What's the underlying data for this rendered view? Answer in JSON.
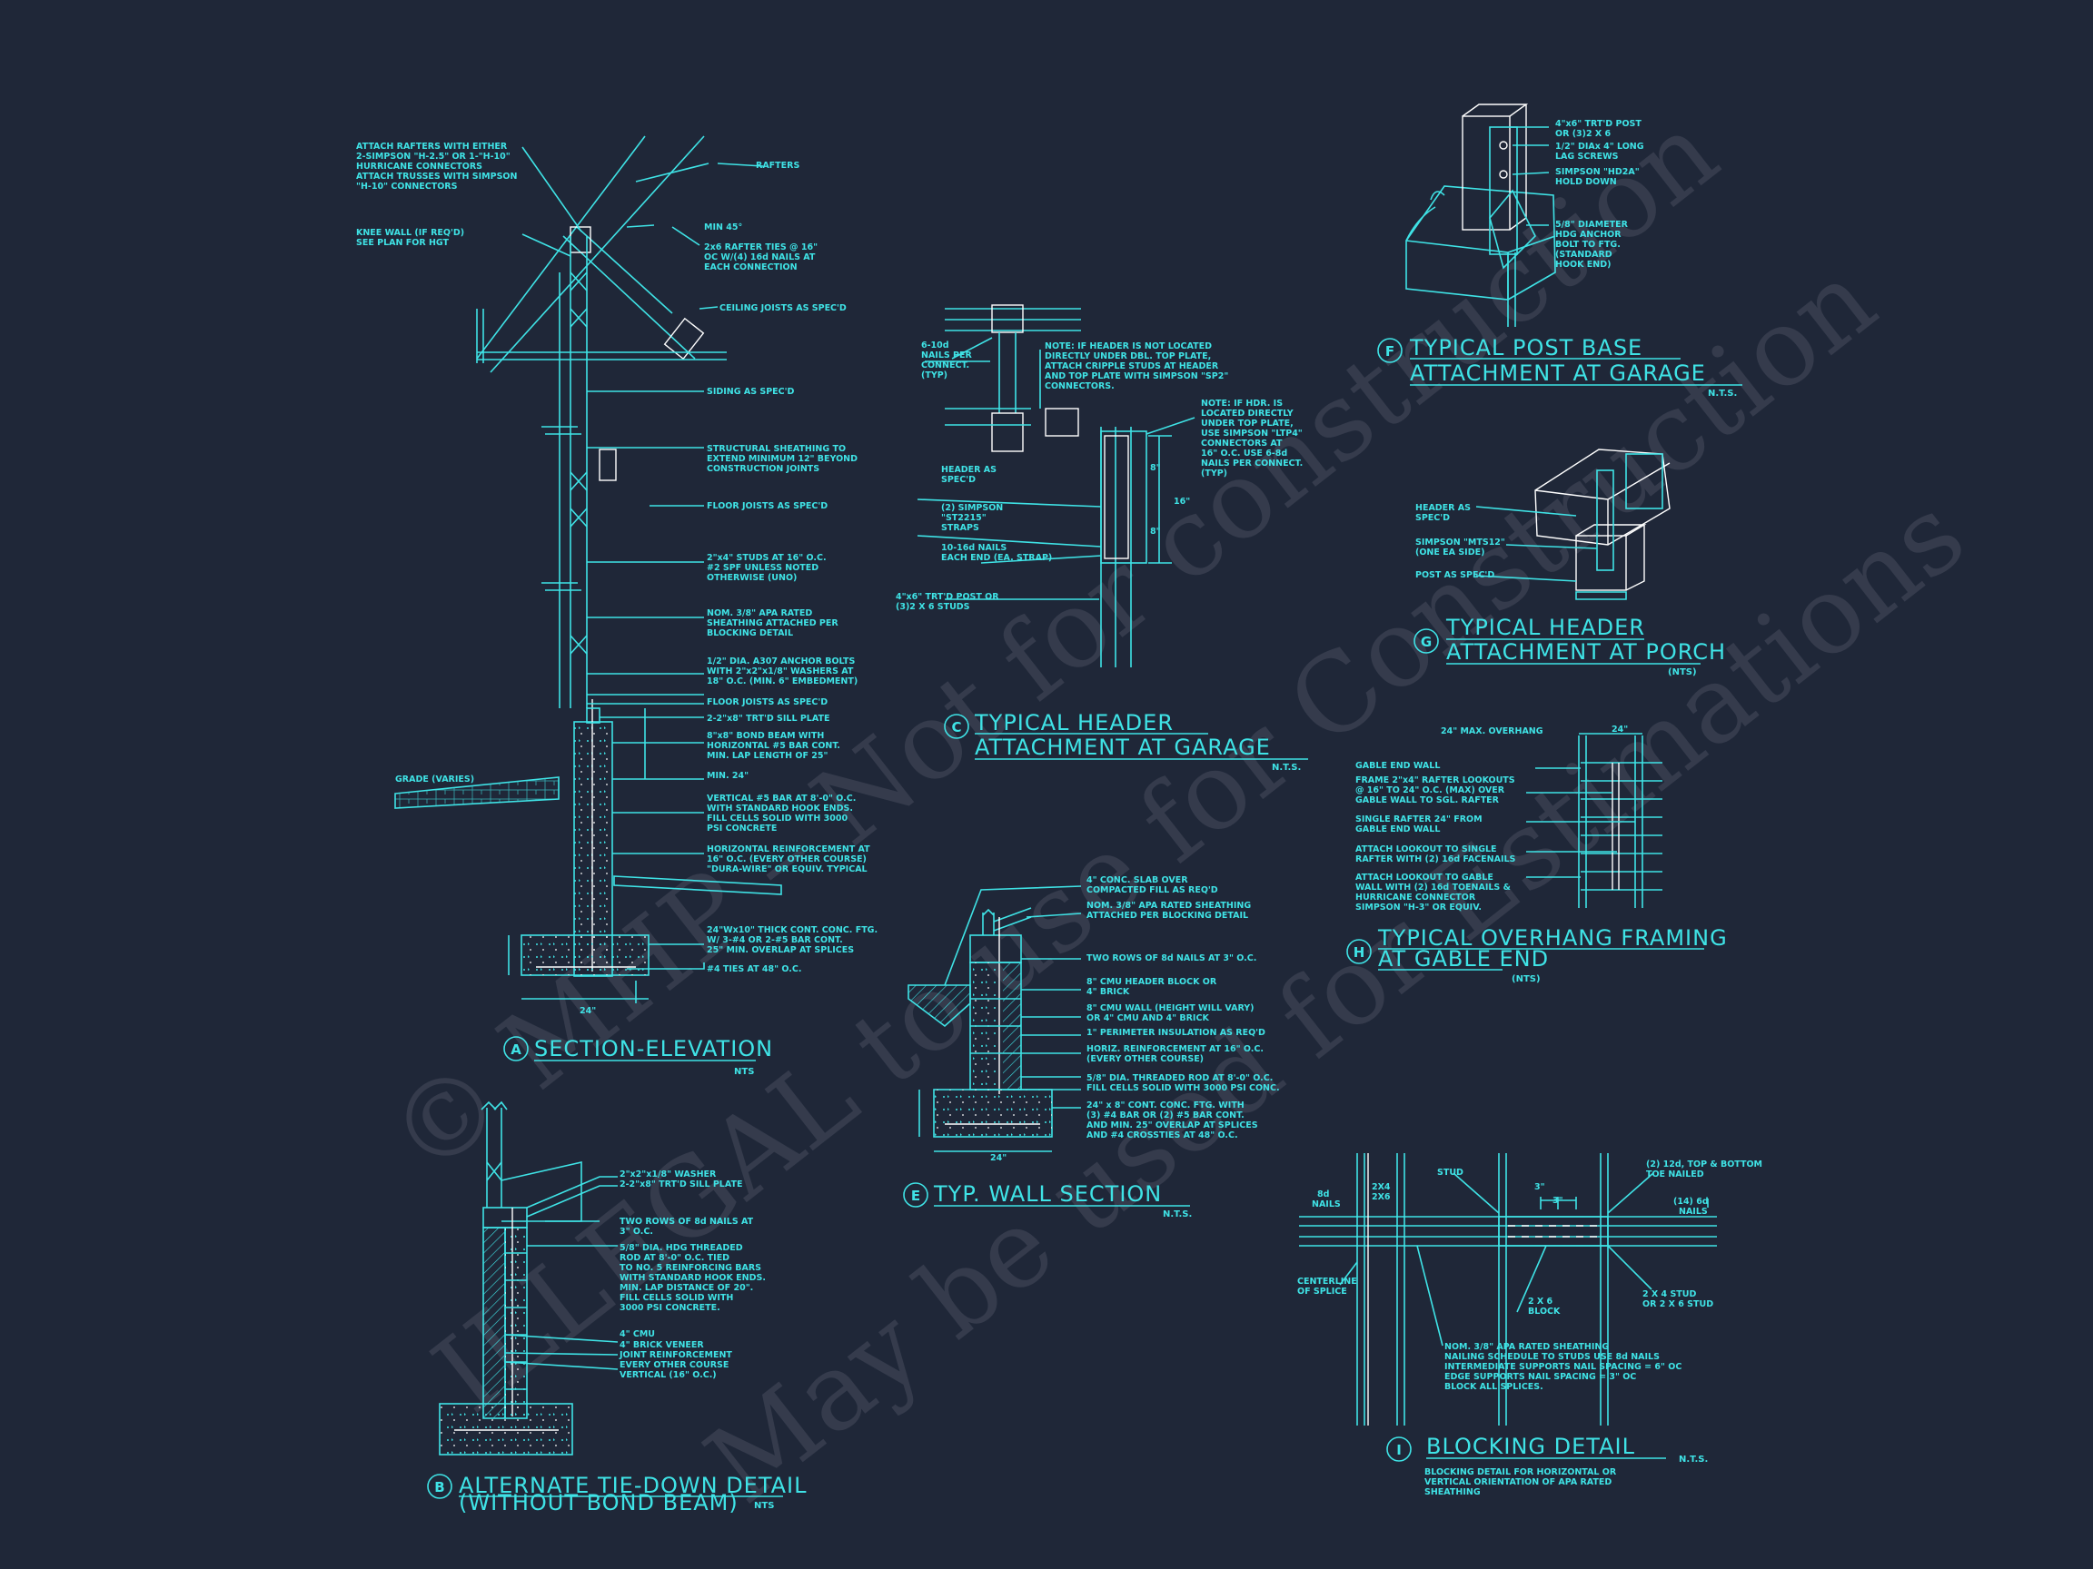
{
  "watermark": {
    "line1": "© MHP – Not for construction",
    "line2": "ILLEGAL to use for Construction",
    "line3": "May be used for Estimations"
  },
  "details": {
    "A": {
      "letter": "A",
      "title": "SECTION-ELEVATION",
      "scale": "NTS",
      "notes": [
        "ATTACH RAFTERS WITH EITHER",
        "2-SIMPSON \"H-2.5\" OR 1-\"H-10\"",
        "HURRICANE CONNECTORS",
        "ATTACH TRUSSES WITH SIMPSON",
        "\"H-10\" CONNECTORS",
        "KNEE WALL (IF REQ'D)",
        "SEE PLAN FOR HGT",
        "RAFTERS",
        "MIN 45°",
        "2x6 RAFTER TIES @ 16\"",
        "OC W/(4) 16d NAILS AT",
        "EACH CONNECTION",
        "CEILING JOISTS AS SPEC'D",
        "SIDING AS SPEC'D",
        "STRUCTURAL SHEATHING TO",
        "EXTEND MINIMUM 12\" BEYOND",
        "CONSTRUCTION JOINTS",
        "FLOOR JOISTS AS SPEC'D",
        "2\"x4\" STUDS AT 16\" O.C.",
        "#2 SPF UNLESS NOTED",
        "OTHERWISE (UNO)",
        "NOM. 3/8\" APA RATED",
        "SHEATHING ATTACHED PER",
        "BLOCKING DETAIL",
        "1/2\" DIA. A307 ANCHOR BOLTS",
        "WITH 2\"x2\"x1/8\" WASHERS AT",
        "18\" O.C. (MIN. 6\" EMBEDMENT)",
        "FLOOR JOISTS AS SPEC'D",
        "2-2\"x8\" TRT'D SILL PLATE",
        "8\"x8\" BOND BEAM WITH",
        "HORIZONTAL #5 BAR CONT.",
        "MIN. LAP LENGTH OF 25\"",
        "MIN. 24\"",
        "VERTICAL #5 BAR AT 8'-0\" O.C.",
        "WITH STANDARD HOOK ENDS.",
        "FILL CELLS SOLID WITH 3000",
        "PSI CONCRETE",
        "HORIZONTAL REINFORCEMENT AT",
        "16\" O.C. (EVERY OTHER COURSE)",
        "\"DURA-WIRE\" OR EQUIV. TYPICAL",
        "24\"Wx10\" THICK CONT. CONC. FTG.",
        "W/ 3-#4 OR 2-#5 BAR CONT.",
        "25\" MIN. OVERLAP AT SPLICES",
        "#4 TIES AT 48\" O.C.",
        "GRADE (VARIES)",
        "24\""
      ]
    },
    "B": {
      "letter": "B",
      "title": "ALTERNATE TIE-DOWN DETAIL",
      "subtitle": "(WITHOUT BOND BEAM)",
      "scale": "NTS",
      "notes": [
        "2\"x2\"x1/8\" WASHER",
        "2-2\"x8\" TRT'D SILL PLATE",
        "TWO ROWS OF 8d NAILS AT",
        "3\" O.C.",
        "5/8\" DIA. HDG THREADED",
        "ROD AT 8'-0\" O.C. TIED",
        "TO NO. 5 REINFORCING BARS",
        "WITH STANDARD HOOK ENDS.",
        "MIN. LAP DISTANCE OF 20\".",
        "FILL CELLS SOLID WITH",
        "3000 PSI CONCRETE.",
        "4\" CMU",
        "4\" BRICK VENEER",
        "JOINT REINFORCEMENT",
        "EVERY OTHER COURSE",
        "VERTICAL (16\" O.C.)"
      ]
    },
    "C": {
      "letter": "C",
      "title1": "TYPICAL HEADER",
      "title2": "ATTACHMENT AT GARAGE",
      "scale": "N.T.S.",
      "notes": [
        "6-10d",
        "NAILS PER",
        "CONNECT.",
        "(TYP)",
        "NOTE: IF HEADER IS NOT LOCATED",
        "DIRECTLY UNDER DBL. TOP PLATE,",
        "ATTACH CRIPPLE STUDS AT HEADER",
        "AND TOP PLATE WITH SIMPSON \"SP2\"",
        "CONNECTORS.",
        "NOTE: IF HDR. IS",
        "LOCATED DIRECTLY",
        "UNDER TOP PLATE,",
        "USE SIMPSON \"LTP4\"",
        "CONNECTORS AT",
        "16\" O.C.  USE 6-8d",
        "NAILS PER CONNECT.",
        "(TYP)",
        "HEADER AS",
        "SPEC'D",
        "(2) SIMPSON",
        "\"ST2215\"",
        "STRAPS",
        "10-16d NAILS",
        "EACH END (EA. STRAP)",
        "4\"x6\" TRT'D POST OR",
        "(3)2 X 6 STUDS",
        "8\"",
        "16\"",
        "8\""
      ]
    },
    "E": {
      "letter": "E",
      "title": "TYP. WALL SECTION",
      "scale": "N.T.S.",
      "notes": [
        "4\" CONC. SLAB OVER",
        "COMPACTED FILL AS REQ'D",
        "NOM. 3/8\" APA RATED SHEATHING",
        "ATTACHED PER BLOCKING DETAIL",
        "TWO ROWS OF 8d NAILS AT 3\" O.C.",
        "8\" CMU HEADER BLOCK OR",
        "4\" BRICK",
        "8\" CMU WALL (HEIGHT WILL VARY)",
        "OR 4\" CMU AND 4\" BRICK",
        "1\" PERIMETER INSULATION AS REQ'D",
        "HORIZ. REINFORCEMENT AT 16\" O.C.",
        "(EVERY OTHER COURSE)",
        "5/8\" DIA. THREADED ROD AT 8'-0\" O.C.",
        "FILL CELLS SOLID WITH 3000 PSI CONC.",
        "24\" x 8\" CONT. CONC. FTG. WITH",
        "(3) #4 BAR OR (2) #5 BAR CONT.",
        "AND MIN. 25\" OVERLAP AT SPLICES",
        "AND #4 CROSSTIES AT 48\" O.C.",
        "24\""
      ]
    },
    "F": {
      "letter": "F",
      "title1": "TYPICAL POST BASE",
      "title2": "ATTACHMENT AT GARAGE",
      "scale": "N.T.S.",
      "notes": [
        "4\"x6\" TRT'D POST",
        "OR (3)2 X 6",
        "1/2\" DIAx 4\" LONG",
        "LAG SCREWS",
        "SIMPSON \"HD2A\"",
        "HOLD DOWN",
        "5/8\" DIAMETER",
        "HDG ANCHOR",
        "BOLT TO FTG.",
        "(STANDARD",
        "HOOK END)"
      ]
    },
    "G": {
      "letter": "G",
      "title1": "TYPICAL HEADER",
      "title2": "ATTACHMENT AT PORCH",
      "scale": "(NTS)",
      "notes": [
        "HEADER AS",
        "SPEC'D",
        "SIMPSON \"MTS12\"",
        "(ONE EA SIDE)",
        "POST AS SPEC'D"
      ]
    },
    "H": {
      "letter": "H",
      "title1": "TYPICAL OVERHANG FRAMING",
      "title2": "AT GABLE END",
      "scale": "(NTS)",
      "notes": [
        "24\" MAX. OVERHANG",
        "24\"",
        "GABLE END WALL",
        "FRAME 2\"x4\" RAFTER LOOKOUTS",
        "@ 16\" TO 24\" O.C. (MAX) OVER",
        "GABLE WALL TO SGL. RAFTER",
        "SINGLE RAFTER 24\" FROM",
        "GABLE END WALL",
        "ATTACH LOOKOUT TO SINGLE",
        "RAFTER WITH (2) 16d FACENAILS",
        "ATTACH LOOKOUT TO GABLE",
        "WALL WITH (2) 16d TOENAILS &",
        "HURRICANE CONNECTOR",
        "SIMPSON \"H-3\" OR EQUIV."
      ]
    },
    "I": {
      "letter": "I",
      "title": "BLOCKING DETAIL",
      "scale": "N.T.S.",
      "subnote": [
        "BLOCKING DETAIL FOR HORIZONTAL OR",
        "VERTICAL ORIENTATION OF APA RATED",
        "SHEATHING"
      ],
      "notes": [
        "8d",
        "NAILS",
        "2X4",
        "2X6",
        "STUD",
        "3\"",
        "3\"",
        "(2) 12d, TOP & BOTTOM",
        "TOE NAILED",
        "(14) 6d",
        "NAILS",
        "CENTERLINE",
        "OF SPLICE",
        "2 X 6",
        "BLOCK",
        "2 X 4 STUD",
        "OR 2 X 6 STUD",
        "NOM. 3/8\" APA RATED SHEATHING",
        "NAILING SCHEDULE TO STUDS USE 8d NAILS",
        "INTERMEDIATE SUPPORTS NAIL SPACING = 6\" OC",
        "EDGE SUPPORTS NAIL SPACING = 3\" OC",
        "BLOCK ALL SPLICES."
      ]
    }
  }
}
